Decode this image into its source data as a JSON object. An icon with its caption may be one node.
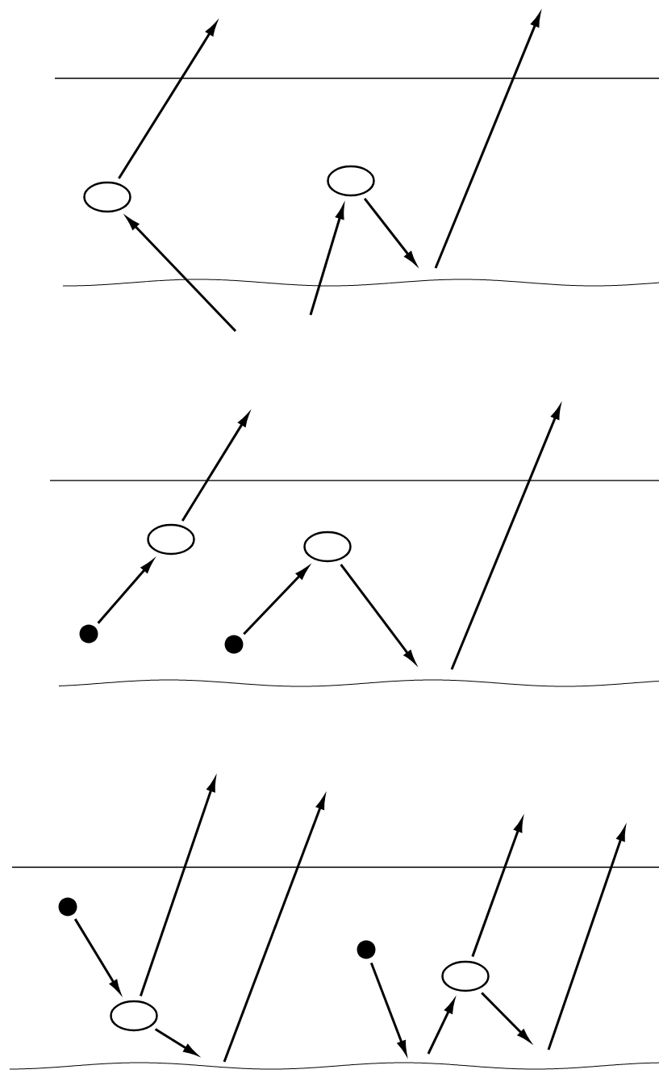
{
  "diagram": {
    "nodes": [
      {
        "text": [],
        "shape": "ellipse"
      },
      {
        "text": [],
        "shape": "ellipse"
      },
      {
        "text": [],
        "shape": "ellipse"
      },
      {
        "text": [],
        "shape": "ellipse"
      },
      {
        "text": [],
        "shape": "dot"
      },
      {
        "text": [],
        "shape": "dot"
      },
      {
        "text": [],
        "shape": "dot"
      },
      {
        "text": [],
        "shape": "ellipse"
      },
      {
        "text": [],
        "shape": "dot"
      },
      {
        "text": [],
        "shape": "ellipse"
      }
    ],
    "edges": [
      {
        "from": 0,
        "to": null,
        "arrow": "to"
      },
      {
        "from": null,
        "to": 0,
        "arrow": "to"
      },
      {
        "from": null,
        "to": 1,
        "arrow": "to"
      },
      {
        "from": 1,
        "to": null,
        "arrow": "to"
      },
      {
        "from": 4,
        "to": 2,
        "arrow": "to"
      },
      {
        "from": 2,
        "to": null,
        "arrow": "to"
      },
      {
        "from": 5,
        "to": 3,
        "arrow": "to"
      },
      {
        "from": 3,
        "to": null,
        "arrow": "to"
      },
      {
        "from": 6,
        "to": 7,
        "arrow": "to"
      },
      {
        "from": 7,
        "to": null,
        "arrow": "to"
      },
      {
        "from": 7,
        "to": null,
        "arrow": "to"
      },
      {
        "from": 8,
        "to": null,
        "arrow": "to"
      },
      {
        "from": null,
        "to": 9,
        "arrow": "to"
      },
      {
        "from": 9,
        "to": null,
        "arrow": "to"
      },
      {
        "from": 9,
        "to": null,
        "arrow": "to"
      }
    ]
  }
}
